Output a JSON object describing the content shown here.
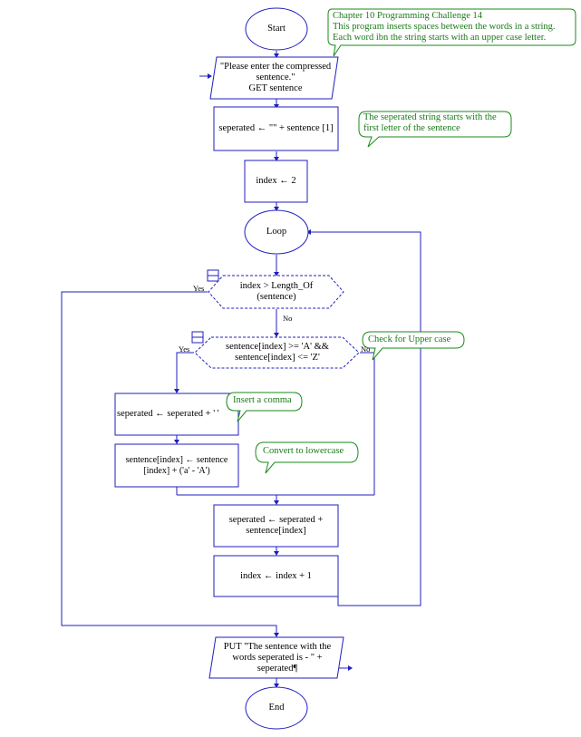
{
  "nodes": {
    "start": "Start",
    "input": "\"Please enter the compressed sentence.\"\nGET sentence",
    "init_seperated": "seperated ← \"\" + sentence [1]",
    "init_index": "index ← 2",
    "loop": "Loop",
    "loop_condition": "index > Length_Of (sentence)",
    "upper_condition": "sentence[index] >= 'A' &&\nsentence[index] <= 'Z'",
    "insert_comma": "seperated ← seperated + ' '",
    "to_lowercase": "sentence[index] ← sentence [index] + ('a' - 'A')",
    "append_char": "seperated ← seperated +\nsentence[index]",
    "increment": "index ← index + 1",
    "output": "PUT \"The sentence with the words seperated is - \" + seperated¶",
    "end": "End"
  },
  "labels": {
    "loop_yes": "Yes",
    "loop_no": "No",
    "upper_yes": "Yes",
    "upper_no": "No"
  },
  "comments": {
    "header_title": "Chapter 10 Programming Challenge 14",
    "header_line1": "This program inserts spaces between the words in a string.",
    "header_line2": "Each word ibn the string starts with an upper case letter.",
    "seperated_note": "The seperated string starts with the first letter of the sentence",
    "upper_check": "Check for Upper case",
    "insert_comma": "Insert a comma",
    "lowercase": "Convert to lowercase"
  },
  "colors": {
    "flow": "#1f1fbf",
    "comment": "#1a8a1a",
    "comment_text": "#1a7a1a"
  }
}
